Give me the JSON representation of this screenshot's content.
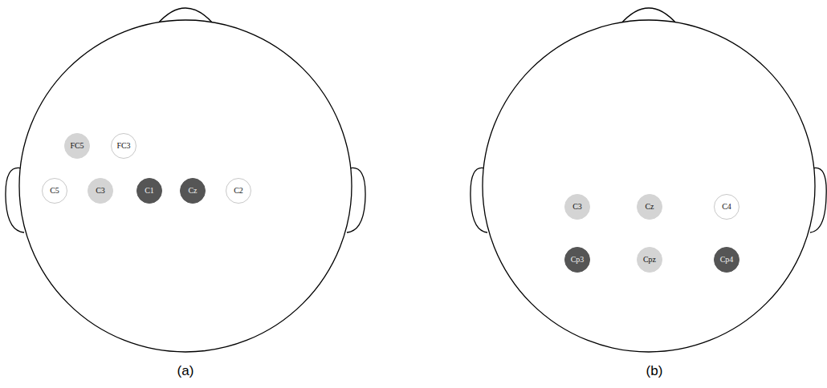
{
  "diagram": {
    "nodes": [
      {
        "text": [
          "FC5"
        ]
      },
      {
        "text": [
          "FC3"
        ]
      },
      {
        "text": [
          "C5"
        ]
      },
      {
        "text": [
          "C3"
        ]
      },
      {
        "text": [
          "C1"
        ]
      },
      {
        "text": [
          "Cz"
        ]
      },
      {
        "text": [
          "C2"
        ]
      },
      {
        "text": [
          "C3"
        ]
      },
      {
        "text": [
          "Cz"
        ]
      },
      {
        "text": [
          "C4"
        ]
      },
      {
        "text": [
          "Cp3"
        ]
      },
      {
        "text": [
          "Cpz"
        ]
      },
      {
        "text": [
          "Cp4"
        ]
      }
    ],
    "labels": [
      "(a)",
      "(b)"
    ]
  }
}
